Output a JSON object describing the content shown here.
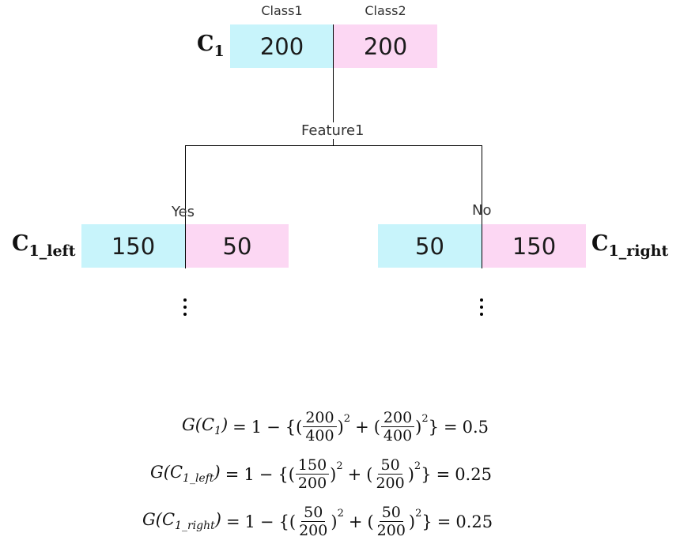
{
  "header": {
    "class1": "Class1",
    "class2": "Class2"
  },
  "root": {
    "label_main": "C",
    "label_sub": "1",
    "class1": "200",
    "class2": "200"
  },
  "split": {
    "feature": "Feature1",
    "yes": "Yes",
    "no": "No"
  },
  "left": {
    "label_main": "C",
    "label_sub": "1_left",
    "class1": "150",
    "class2": "50"
  },
  "right": {
    "label_main": "C",
    "label_sub": "1_right",
    "class1": "50",
    "class2": "150"
  },
  "formulas": [
    {
      "lhs_main": "G(C",
      "lhs_sub": "1",
      "lhs_close": ")",
      "n1": "200",
      "d1": "400",
      "n2": "200",
      "d2": "400",
      "result": "0.5"
    },
    {
      "lhs_main": "G(C",
      "lhs_sub": "1_left",
      "lhs_close": ")",
      "n1": "150",
      "d1": "200",
      "n2": "50",
      "d2": "200",
      "result": "0.25"
    },
    {
      "lhs_main": "G(C",
      "lhs_sub": "1_right",
      "lhs_close": ")",
      "n1": "50",
      "d1": "200",
      "n2": "50",
      "d2": "200",
      "result": "0.25"
    }
  ],
  "colors": {
    "class1": "#c8f4fb",
    "class2": "#fcd7f3"
  }
}
